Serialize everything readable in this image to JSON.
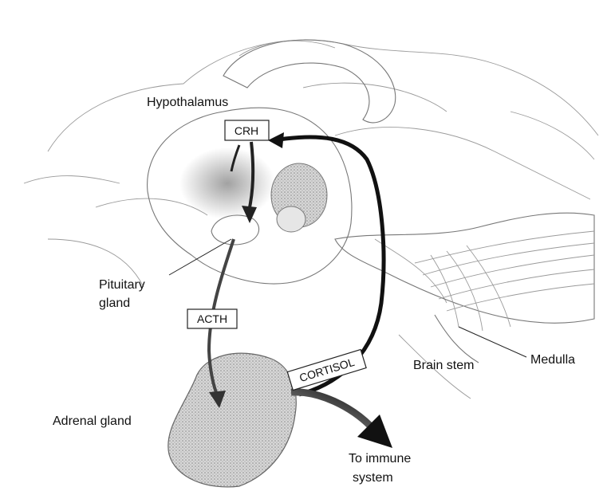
{
  "labels": {
    "hypothalamus": "Hypothalamus",
    "pituitary_line1": "Pituitary",
    "pituitary_line2": "gland",
    "adrenal": "Adrenal gland",
    "brain_stem": "Brain stem",
    "medulla": "Medulla",
    "immune_line1": "To immune",
    "immune_line2": "system"
  },
  "hormones": {
    "crh": "CRH",
    "acth": "ACTH",
    "cortisol": "CORTISOL"
  }
}
